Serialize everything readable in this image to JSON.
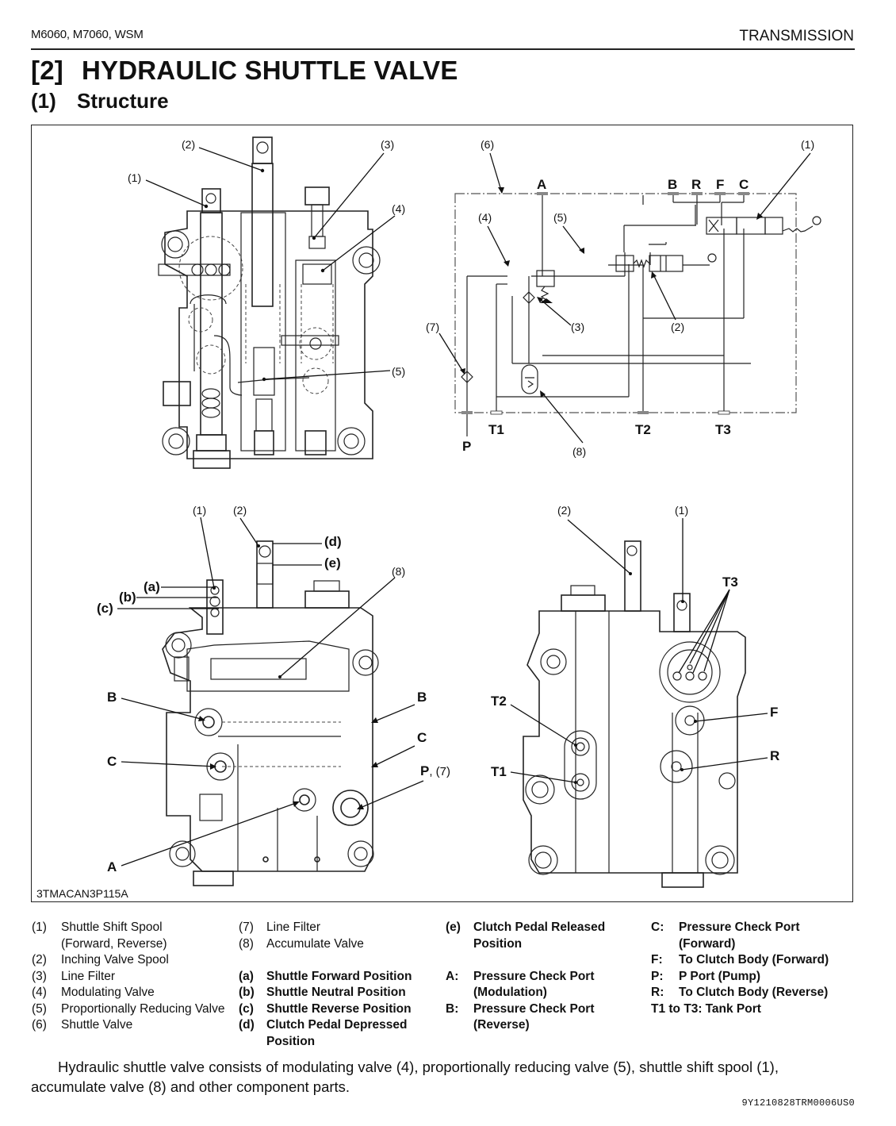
{
  "header": {
    "model": "M6060, M7060, WSM",
    "section": "TRANSMISSION"
  },
  "title": {
    "number": "[2]",
    "text": "HYDRAULIC SHUTTLE VALVE"
  },
  "subtitle": {
    "number": "(1)",
    "text": "Structure"
  },
  "figure": {
    "code": "3TMACAN3P115A",
    "sectional_view": {
      "callouts": [
        "(1)",
        "(2)",
        "(3)",
        "(4)",
        "(5)"
      ]
    },
    "schematic": {
      "callouts": [
        "(6)",
        "(1)",
        "(4)",
        "(5)",
        "(3)",
        "(2)",
        "(7)",
        "(8)"
      ],
      "ports_top": [
        "A",
        "B",
        "R",
        "F",
        "C"
      ],
      "ports_bottom": [
        "P",
        "T1",
        "T2",
        "T3"
      ]
    },
    "front_view": {
      "callouts": [
        "(1)",
        "(2)",
        "(8)"
      ],
      "positions": [
        "(a)",
        "(b)",
        "(c)",
        "(d)",
        "(e)"
      ],
      "ports": [
        "B",
        "B",
        "C",
        "C",
        "A",
        "P",
        ", (7)"
      ]
    },
    "side_view": {
      "callouts": [
        "(2)",
        "(1)"
      ],
      "ports": [
        "T3",
        "T2",
        "T1",
        "F",
        "R"
      ]
    }
  },
  "legend": {
    "col1": [
      {
        "key": "(1)",
        "text": "Shuttle Shift Spool"
      },
      {
        "key": "",
        "text": "(Forward, Reverse)"
      },
      {
        "key": "(2)",
        "text": "Inching Valve Spool"
      },
      {
        "key": "(3)",
        "text": "Line Filter"
      },
      {
        "key": "(4)",
        "text": "Modulating Valve"
      },
      {
        "key": "(5)",
        "text": "Proportionally Reducing Valve"
      },
      {
        "key": "(6)",
        "text": "Shuttle Valve"
      }
    ],
    "col2": [
      {
        "key": "(7)",
        "text": "Line Filter"
      },
      {
        "key": "(8)",
        "text": "Accumulate Valve"
      },
      {
        "key": "",
        "text": ""
      },
      {
        "key": "(a)",
        "text": "Shuttle Forward Position"
      },
      {
        "key": "(b)",
        "text": "Shuttle Neutral Position"
      },
      {
        "key": "(c)",
        "text": "Shuttle Reverse Position"
      },
      {
        "key": "(d)",
        "text": "Clutch Pedal Depressed"
      },
      {
        "key": "",
        "text": "Position"
      }
    ],
    "col3": [
      {
        "key": "(e)",
        "text": "Clutch Pedal Released"
      },
      {
        "key": "",
        "text": "Position"
      },
      {
        "key": "",
        "text": ""
      },
      {
        "key": "A:",
        "text": "Pressure Check Port"
      },
      {
        "key": "",
        "text": "(Modulation)"
      },
      {
        "key": "B:",
        "text": "Pressure Check Port"
      },
      {
        "key": "",
        "text": "(Reverse)"
      }
    ],
    "col4": [
      {
        "key": "C:",
        "text": "Pressure Check Port"
      },
      {
        "key": "",
        "text": "(Forward)"
      },
      {
        "key": "F:",
        "text": "To Clutch Body (Forward)"
      },
      {
        "key": "P:",
        "text": "P Port (Pump)"
      },
      {
        "key": "R:",
        "text": "To Clutch Body (Reverse)"
      },
      {
        "key": "T1 to T3:",
        "text": "Tank Port"
      }
    ]
  },
  "body": {
    "paragraph": "Hydraulic shuttle valve consists of modulating valve (4), proportionally reducing valve (5), shuttle shift spool (1), accumulate valve (8) and other component parts."
  },
  "doc_code": "9Y1210828TRM0006US0"
}
